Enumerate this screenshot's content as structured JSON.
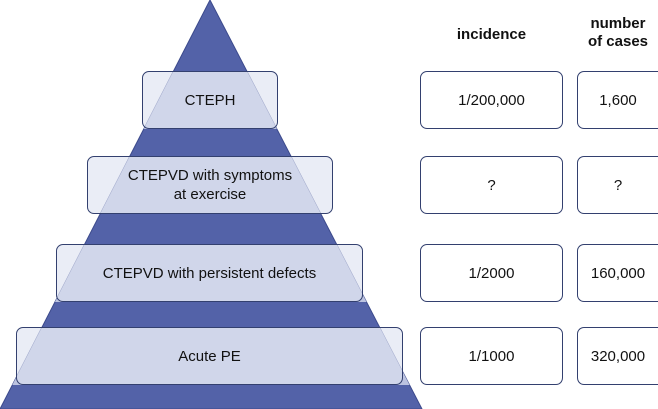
{
  "headers": {
    "incidence": "incidence",
    "cases_line1": "number",
    "cases_line2": "of cases"
  },
  "levels": [
    {
      "label_line1": "CTEPH",
      "label_line2": "",
      "incidence": "1/200,000",
      "cases": "1,600"
    },
    {
      "label_line1": "CTEPVD with symptoms",
      "label_line2": "at exercise",
      "incidence": "?",
      "cases": "?"
    },
    {
      "label_line1": "CTEPVD with persistent defects",
      "label_line2": "",
      "incidence": "1/2000",
      "cases": "160,000"
    },
    {
      "label_line1": "Acute PE",
      "label_line2": "",
      "incidence": "1/1000",
      "cases": "320,000"
    }
  ],
  "colors": {
    "pyramid": "#5362a8",
    "pyramid_band_light": "#bcc3e0",
    "label_fill": "#dde2f0",
    "box_border": "#33406f"
  }
}
